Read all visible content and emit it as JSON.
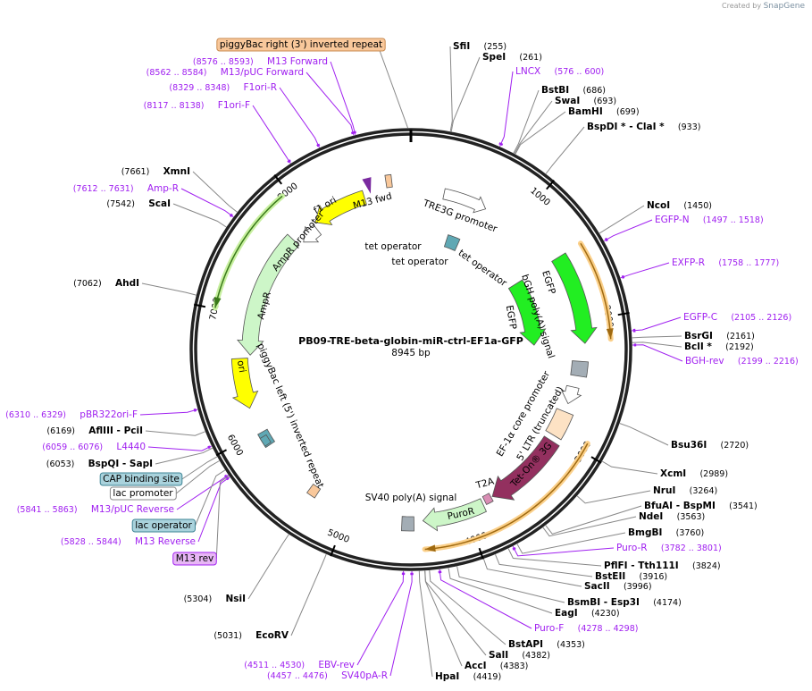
{
  "credit": {
    "prefix": "Created by",
    "brand": "SnapGene"
  },
  "map": {
    "name": "PB09-TRE-beta-globin-miR-ctrl-EF1a-GFP",
    "length_label": "8945 bp",
    "total_bp": 8945,
    "ticks": [
      "1000",
      "2000",
      "3000",
      "4000",
      "5000",
      "6000",
      "7000",
      "8000"
    ]
  },
  "enzymes": [
    {
      "name": "SfiI",
      "pos": "(255)",
      "bp": 255
    },
    {
      "name": "SpeI",
      "pos": "(261)",
      "bp": 261
    },
    {
      "name": "BstBI",
      "pos": "(686)",
      "bp": 686
    },
    {
      "name": "SwaI",
      "pos": "(693)",
      "bp": 693
    },
    {
      "name": "BamHI",
      "pos": "(699)",
      "bp": 699
    },
    {
      "name": "BspDI * - ClaI *",
      "pos": "(933)",
      "bp": 933
    },
    {
      "name": "NcoI",
      "pos": "(1450)",
      "bp": 1450
    },
    {
      "name": "BsrGI",
      "pos": "(2161)",
      "bp": 2161
    },
    {
      "name": "BclI *",
      "pos": "(2192)",
      "bp": 2192
    },
    {
      "name": "Bsu36I",
      "pos": "(2720)",
      "bp": 2720
    },
    {
      "name": "XcmI",
      "pos": "(2989)",
      "bp": 2989
    },
    {
      "name": "NruI",
      "pos": "(3264)",
      "bp": 3264
    },
    {
      "name": "BfuAI - BspMI",
      "pos": "(3541)",
      "bp": 3541
    },
    {
      "name": "NdeI",
      "pos": "(3563)",
      "bp": 3563
    },
    {
      "name": "BmgBI",
      "pos": "(3760)",
      "bp": 3760
    },
    {
      "name": "PflFI - Tth111I",
      "pos": "(3824)",
      "bp": 3824
    },
    {
      "name": "BstEII",
      "pos": "(3916)",
      "bp": 3916
    },
    {
      "name": "SacII",
      "pos": "(3996)",
      "bp": 3996
    },
    {
      "name": "BsmBI - Esp3I",
      "pos": "(4174)",
      "bp": 4174
    },
    {
      "name": "EagI",
      "pos": "(4230)",
      "bp": 4230
    },
    {
      "name": "BstAPI",
      "pos": "(4353)",
      "bp": 4353
    },
    {
      "name": "SalI",
      "pos": "(4382)",
      "bp": 4382
    },
    {
      "name": "AccI",
      "pos": "(4383)",
      "bp": 4383
    },
    {
      "name": "HpaI",
      "pos": "(4419)",
      "bp": 4419
    },
    {
      "name": "EcoRV",
      "pos": "(5031)",
      "bp": 5031
    },
    {
      "name": "NsiI",
      "pos": "(5304)",
      "bp": 5304
    },
    {
      "name": "BspQI - SapI",
      "pos": "(6053)",
      "bp": 6053
    },
    {
      "name": "AflIII - PciI",
      "pos": "(6169)",
      "bp": 6169
    },
    {
      "name": "AhdI",
      "pos": "(7062)",
      "bp": 7062
    },
    {
      "name": "ScaI",
      "pos": "(7542)",
      "bp": 7542
    },
    {
      "name": "XmnI",
      "pos": "(7661)",
      "bp": 7661
    }
  ],
  "primers": [
    {
      "name": "LNCX",
      "range": "(576 .. 600)",
      "start": 576,
      "end": 600
    },
    {
      "name": "EGFP-N",
      "range": "(1497 .. 1518)",
      "start": 1497,
      "end": 1518
    },
    {
      "name": "EXFP-R",
      "range": "(1758 .. 1777)",
      "start": 1758,
      "end": 1777
    },
    {
      "name": "EGFP-C",
      "range": "(2105 .. 2126)",
      "start": 2105,
      "end": 2126
    },
    {
      "name": "BGH-rev",
      "range": "(2199 .. 2216)",
      "start": 2199,
      "end": 2216
    },
    {
      "name": "Puro-R",
      "range": "(3782 .. 3801)",
      "start": 3782,
      "end": 3801
    },
    {
      "name": "Puro-F",
      "range": "(4278 .. 4298)",
      "start": 4278,
      "end": 4298
    },
    {
      "name": "SV40pA-R",
      "range": "(4457 .. 4476)",
      "start": 4457,
      "end": 4476
    },
    {
      "name": "EBV-rev",
      "range": "(4511 .. 4530)",
      "start": 4511,
      "end": 4530
    },
    {
      "name": "M13 Reverse",
      "range": "(5828 .. 5844)",
      "start": 5828,
      "end": 5844
    },
    {
      "name": "M13/pUC Reverse",
      "range": "(5841 .. 5863)",
      "start": 5841,
      "end": 5863
    },
    {
      "name": "L4440",
      "range": "(6059 .. 6076)",
      "start": 6059,
      "end": 6076
    },
    {
      "name": "pBR322ori-F",
      "range": "(6310 .. 6329)",
      "start": 6310,
      "end": 6329
    },
    {
      "name": "Amp-R",
      "range": "(7612 .. 7631)",
      "start": 7612,
      "end": 7631
    },
    {
      "name": "F1ori-F",
      "range": "(8117 .. 8138)",
      "start": 8117,
      "end": 8138
    },
    {
      "name": "F1ori-R",
      "range": "(8329 .. 8348)",
      "start": 8329,
      "end": 8348
    },
    {
      "name": "M13/pUC Forward",
      "range": "(8562 .. 8584)",
      "start": 8562,
      "end": 8584
    },
    {
      "name": "M13 Forward",
      "range": "(8576 .. 8593)",
      "start": 8576,
      "end": 8593
    }
  ],
  "boxed_labels": [
    {
      "label": "piggyBac right (3') inverted repeat",
      "color": "#f9c89b",
      "border": "#c98a4f"
    },
    {
      "label": "CAP binding site",
      "color": "#a9d2dc",
      "border": "#3f8596"
    },
    {
      "label": "lac promoter",
      "color": "#ffffff",
      "border": "#888888"
    },
    {
      "label": "lac operator",
      "color": "#a9d2dc",
      "border": "#3f8596"
    },
    {
      "label": "M13 rev",
      "color": "#e7b6f5",
      "border": "#a020f0"
    }
  ],
  "features": [
    {
      "label": "TRE3G promoter",
      "color": "#ffffff"
    },
    {
      "label": "tet operator",
      "color": "#5fa8b4"
    },
    {
      "label": "EGFP",
      "color": "#22ee22"
    },
    {
      "label": "EGFP",
      "color": "#22ee22"
    },
    {
      "label": "bGH poly(A) signal",
      "color": "#a3adb5"
    },
    {
      "label": "EF-1α core promoter",
      "color": "#ffffff"
    },
    {
      "label": "5' LTR (truncated)",
      "color": "#fde2c4"
    },
    {
      "label": "Tet-On® 3G",
      "color": "#93305f"
    },
    {
      "label": "T2A",
      "color": "#d98db4"
    },
    {
      "label": "PuroR",
      "color": "#cdf6c8"
    },
    {
      "label": "SV40 poly(A) signal",
      "color": "#a3adb5"
    },
    {
      "label": "M13 fwd",
      "color": "#f9c89b"
    },
    {
      "label": "f1 ori",
      "color": "#ffff00"
    },
    {
      "label": "AmpR promoter",
      "color": "#ffffff"
    },
    {
      "label": "AmpR",
      "color": "#cdf6c8"
    },
    {
      "label": "ori",
      "color": "#ffff00"
    },
    {
      "label": "piggyBac left (5') inverted repeat",
      "color": "#f9c89b"
    },
    {
      "label": "tet operator",
      "color": "#5fa8b4"
    },
    {
      "label": "tet operator",
      "color": "#5fa8b4"
    }
  ]
}
